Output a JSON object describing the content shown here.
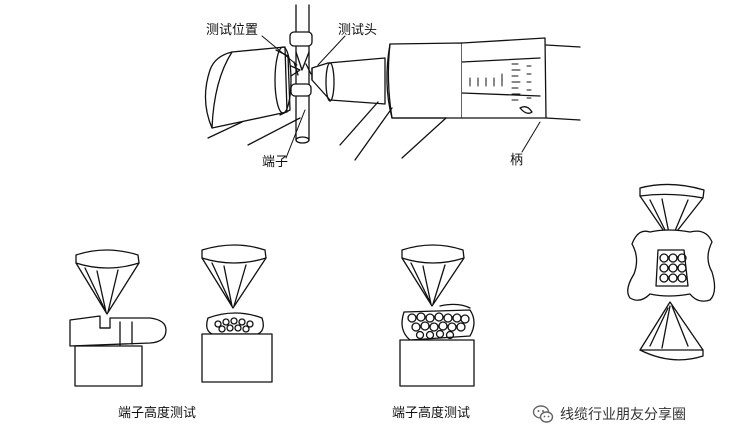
{
  "labels": {
    "test_position": "测试位置",
    "test_head": "测试头",
    "terminal": "端子",
    "handle": "柄",
    "height_test_1": "端子高度测试",
    "height_test_2": "端子高度测试"
  },
  "watermark": {
    "text": "线缆行业朋友分享圈",
    "icon": "wechat-icon"
  },
  "colors": {
    "ink": "#111111",
    "background": "#ffffff"
  }
}
